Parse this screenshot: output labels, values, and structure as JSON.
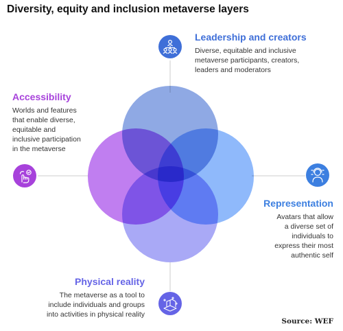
{
  "title": "Diversity, equity and inclusion metaverse layers",
  "source": "Source: WEF",
  "colors": {
    "leadership": "#3f6fd8",
    "accessibility": "#a742db",
    "representation": "#3c7fe0",
    "physical": "#6564e6",
    "circle_top": "#8fa9e4",
    "circle_left": "#c07ef0",
    "circle_right": "#8fb9fb",
    "circle_bottom": "#a9a9f6",
    "center": "#3f36d6",
    "line": "#cccccc"
  },
  "layers": {
    "leadership": {
      "title": "Leadership and creators",
      "desc": [
        "Diverse, equitable and inclusive",
        "metaverse participants, creators,",
        "leaders and moderators"
      ],
      "icon": "people-hierarchy-icon"
    },
    "accessibility": {
      "title": "Accessibility",
      "desc": [
        "Worlds and features",
        "that enable diverse,",
        "equitable and",
        "inclusive participation",
        "in the metaverse"
      ],
      "icon": "hand-pointer-check-icon"
    },
    "representation": {
      "title": "Representation",
      "desc": [
        "Avatars that allow",
        "a diverse set of",
        "individuals to",
        "express their most",
        "authentic self"
      ],
      "icon": "avatar-head-icon"
    },
    "physical": {
      "title": "Physical reality",
      "desc": [
        "The metaverse as a tool to",
        "include individuals and groups",
        "into activities in physical reality"
      ],
      "icon": "wireframe-cube-icon"
    }
  }
}
